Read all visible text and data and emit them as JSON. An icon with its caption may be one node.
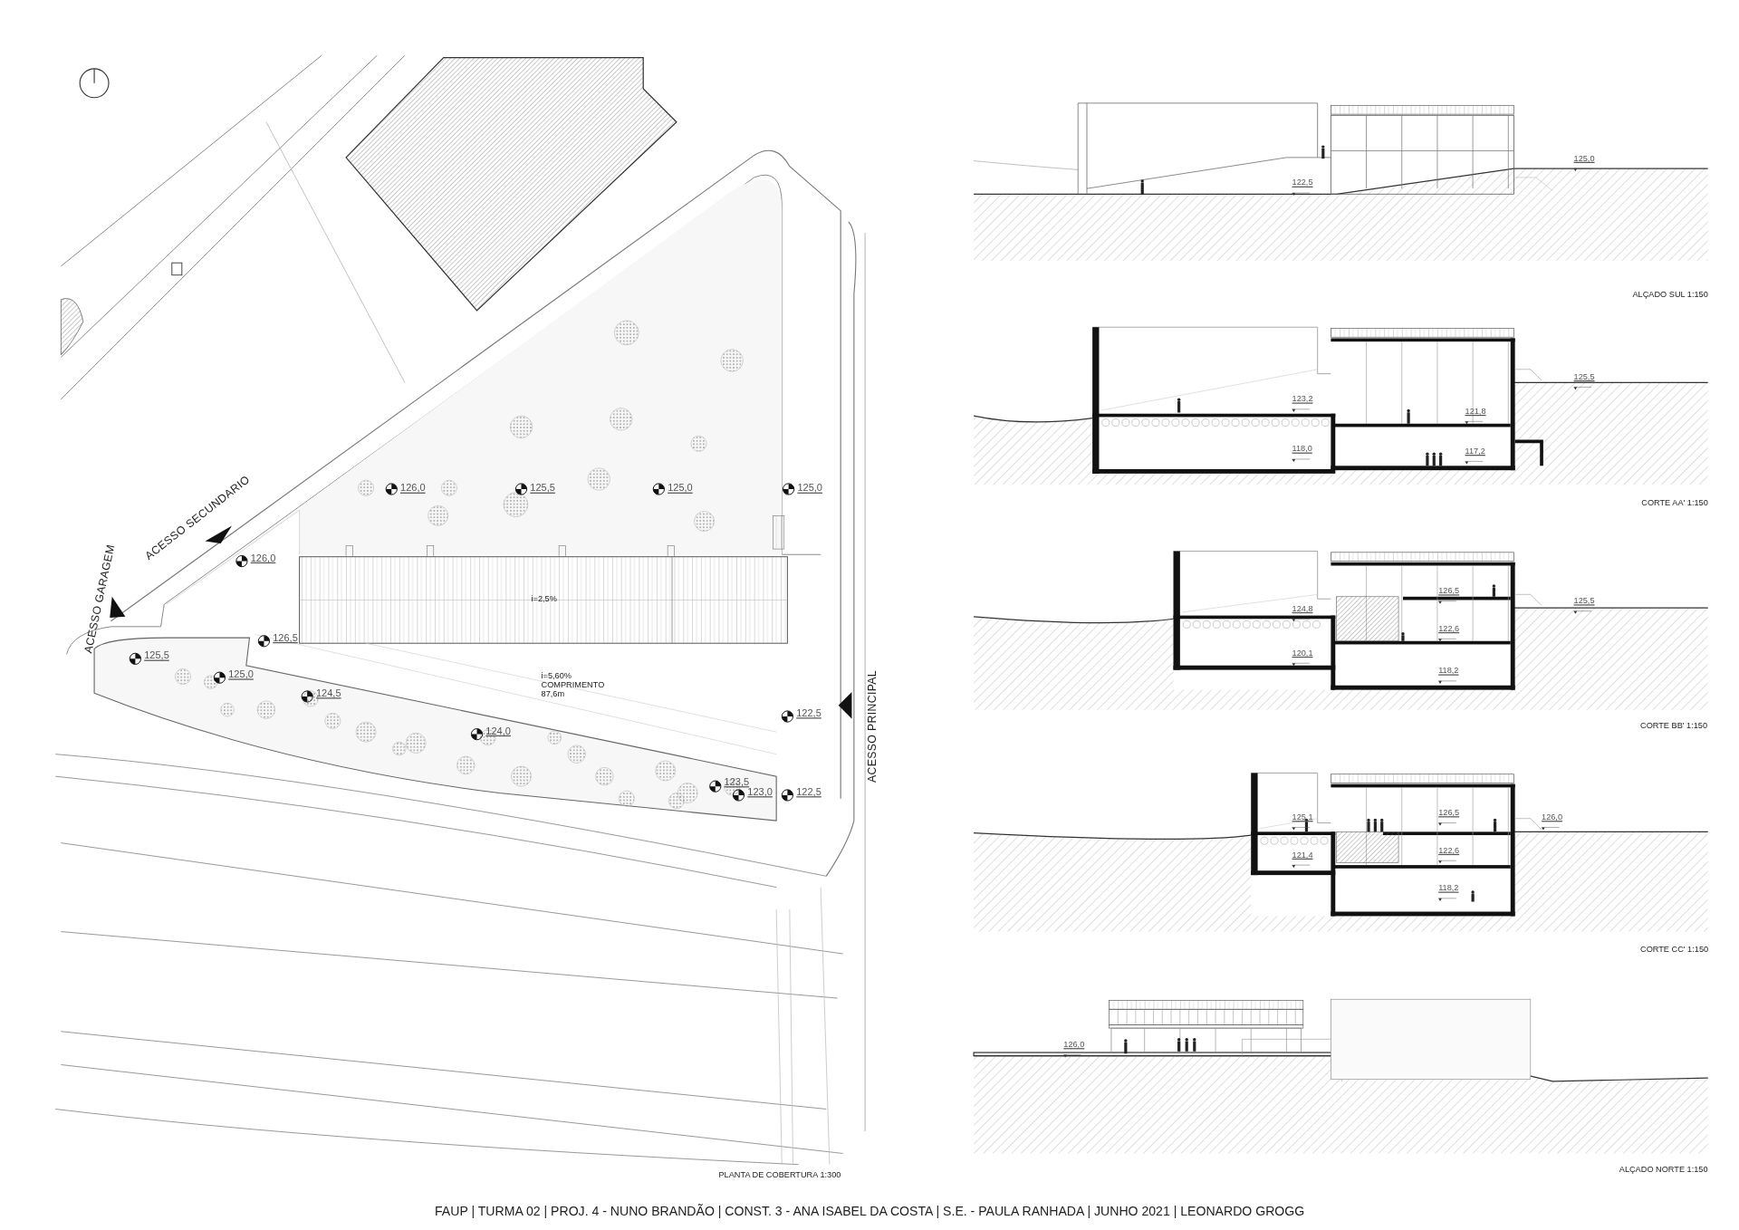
{
  "diagram": {
    "caption": "FAUP | TURMA 02  | PROJ. 4  - NUNO BRANDÃO | CONST. 3 - ANA ISABEL DA COSTA  | S.E. - PAULA RANHADA  | JUNHO 2021 | LEONARDO GROGG",
    "labels": [
      "126,0",
      "125,5",
      "125,0",
      "125,0",
      "ACESSO SECUNDARIO",
      "126,0",
      "i=2,5%",
      "ACESSO GARAGEM",
      "126,5",
      "125,5",
      "i=5,60% COMPRIMENTO 87,6m",
      "125,0",
      "124,5",
      "124,0",
      "ACESSO PRINCIPAL",
      "122,5",
      "123,5",
      "123,0",
      "122,5",
      "PLANTA  DE COBERTURA 1:300",
      "125,0",
      "122,5",
      "ALÇADO SUL 1:150",
      "125,5",
      "123,2",
      "121,8",
      "118,0",
      "117,2",
      "CORTE AA' 1:150",
      "126,5",
      "125,5",
      "124,8",
      "122,6",
      "120,1",
      "118,2",
      "CORTE BB' 1:150",
      "126,5",
      "125,1",
      "126,0",
      "122,6",
      "121,4",
      "118,2",
      "CORTE CC' 1:150",
      "126,0",
      "ALÇADO NORTE 1:150"
    ]
  }
}
